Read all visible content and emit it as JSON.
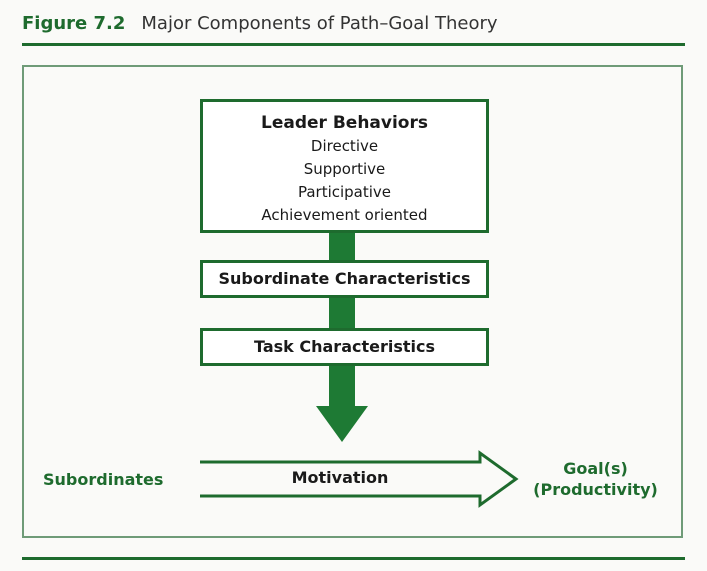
{
  "figure": {
    "number": "Figure 7.2",
    "title": "Major Components of Path–Goal Theory"
  },
  "diagram": {
    "leader_behaviors": {
      "title": "Leader Behaviors",
      "items": [
        "Directive",
        "Supportive",
        "Participative",
        "Achievement oriented"
      ]
    },
    "subordinate_characteristics": "Subordinate Characteristics",
    "task_characteristics": "Task Characteristics",
    "subordinates": "Subordinates",
    "motivation": "Motivation",
    "goals_line1": "Goal(s)",
    "goals_line2": "(Productivity)"
  },
  "colors": {
    "accent_green": "#1e6b2e",
    "arrow_green": "#1e7a34",
    "frame_green": "#6f9b78"
  }
}
